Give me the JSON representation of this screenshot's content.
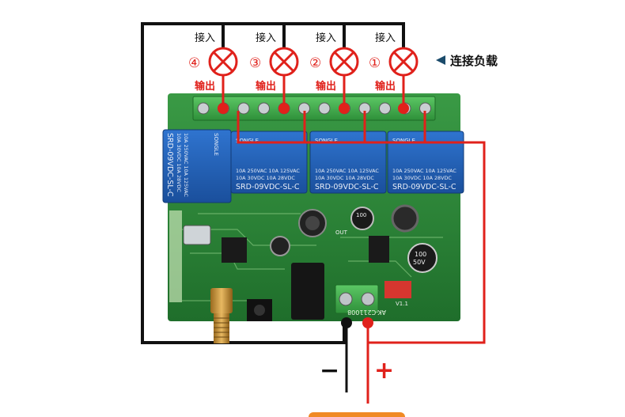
{
  "loads": [
    {
      "num": "④",
      "top_label": "接入",
      "bottom_label": "输出"
    },
    {
      "num": "③",
      "top_label": "接入",
      "bottom_label": "输出"
    },
    {
      "num": "②",
      "top_label": "接入",
      "bottom_label": "输出"
    },
    {
      "num": "①",
      "top_label": "接入",
      "bottom_label": "输出"
    }
  ],
  "legend": {
    "text": "连接负载"
  },
  "power": {
    "negative": "−",
    "positive": "+"
  },
  "relays": [
    {
      "model": "SRD-09VDC-SL-C",
      "rating_1": "10A 250VAC  10A 125VAC",
      "rating_2": "10A 30VDC  10A 28VDC",
      "brand": "SONGLE"
    },
    {
      "model": "SRD-09VDC-SL-C",
      "rating_1": "10A 250VAC  10A 125VAC",
      "rating_2": "10A 30VDC  10A 28VDC",
      "brand": "SONGLE"
    },
    {
      "model": "SRD-09VDC-SL-C",
      "rating_1": "10A 250VAC  10A 125VAC",
      "rating_2": "10A 30VDC  10A 28VDC",
      "brand": "SONGLE"
    },
    {
      "model": "SRD-09VDC-SL-C",
      "rating_1": "10A 250VAC  10A 125VAC",
      "rating_2": "10A 30VDC  10A 28VDC",
      "brand": "SONGLE"
    }
  ],
  "board": {
    "code": "AK-C211008",
    "cap_value": "100",
    "cap_voltage": "50V",
    "cap2_value": "100",
    "out_label": "OUT",
    "v_label": "V1.1"
  },
  "colors": {
    "wire_black": "#111111",
    "wire_red": "#e0211b",
    "pcb": "#2f8b3a",
    "relay": "#1f5fb8",
    "terminal": "#3fae4a",
    "lamp": "#e0211b",
    "legend_arrow": "#1b4b6b"
  }
}
